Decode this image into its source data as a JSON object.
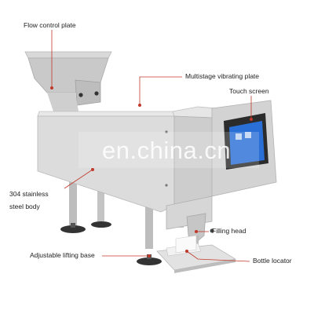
{
  "labels": {
    "flow_control_plate": "Flow control plate",
    "multistage_vibrating_plate": "Multistage vibrating plate",
    "touch_screen": "Touch screen",
    "stainless_body_line1": "304 stainless",
    "stainless_body_line2": "steel body",
    "filling_head": "Filling head",
    "adjustable_lifting_base": "Adjustable lifting base",
    "bottle_locator": "Bottle locator"
  },
  "watermark": "en.china.cn",
  "colors": {
    "callout_line": "#c0392b",
    "callout_dot": "#c0392b",
    "steel_light": "#e4e4e4",
    "steel_mid": "#cfcfcf",
    "steel_dark": "#a9a9a9",
    "screen_frame": "#2b2b2b",
    "screen_display": "#2a6fd6"
  }
}
